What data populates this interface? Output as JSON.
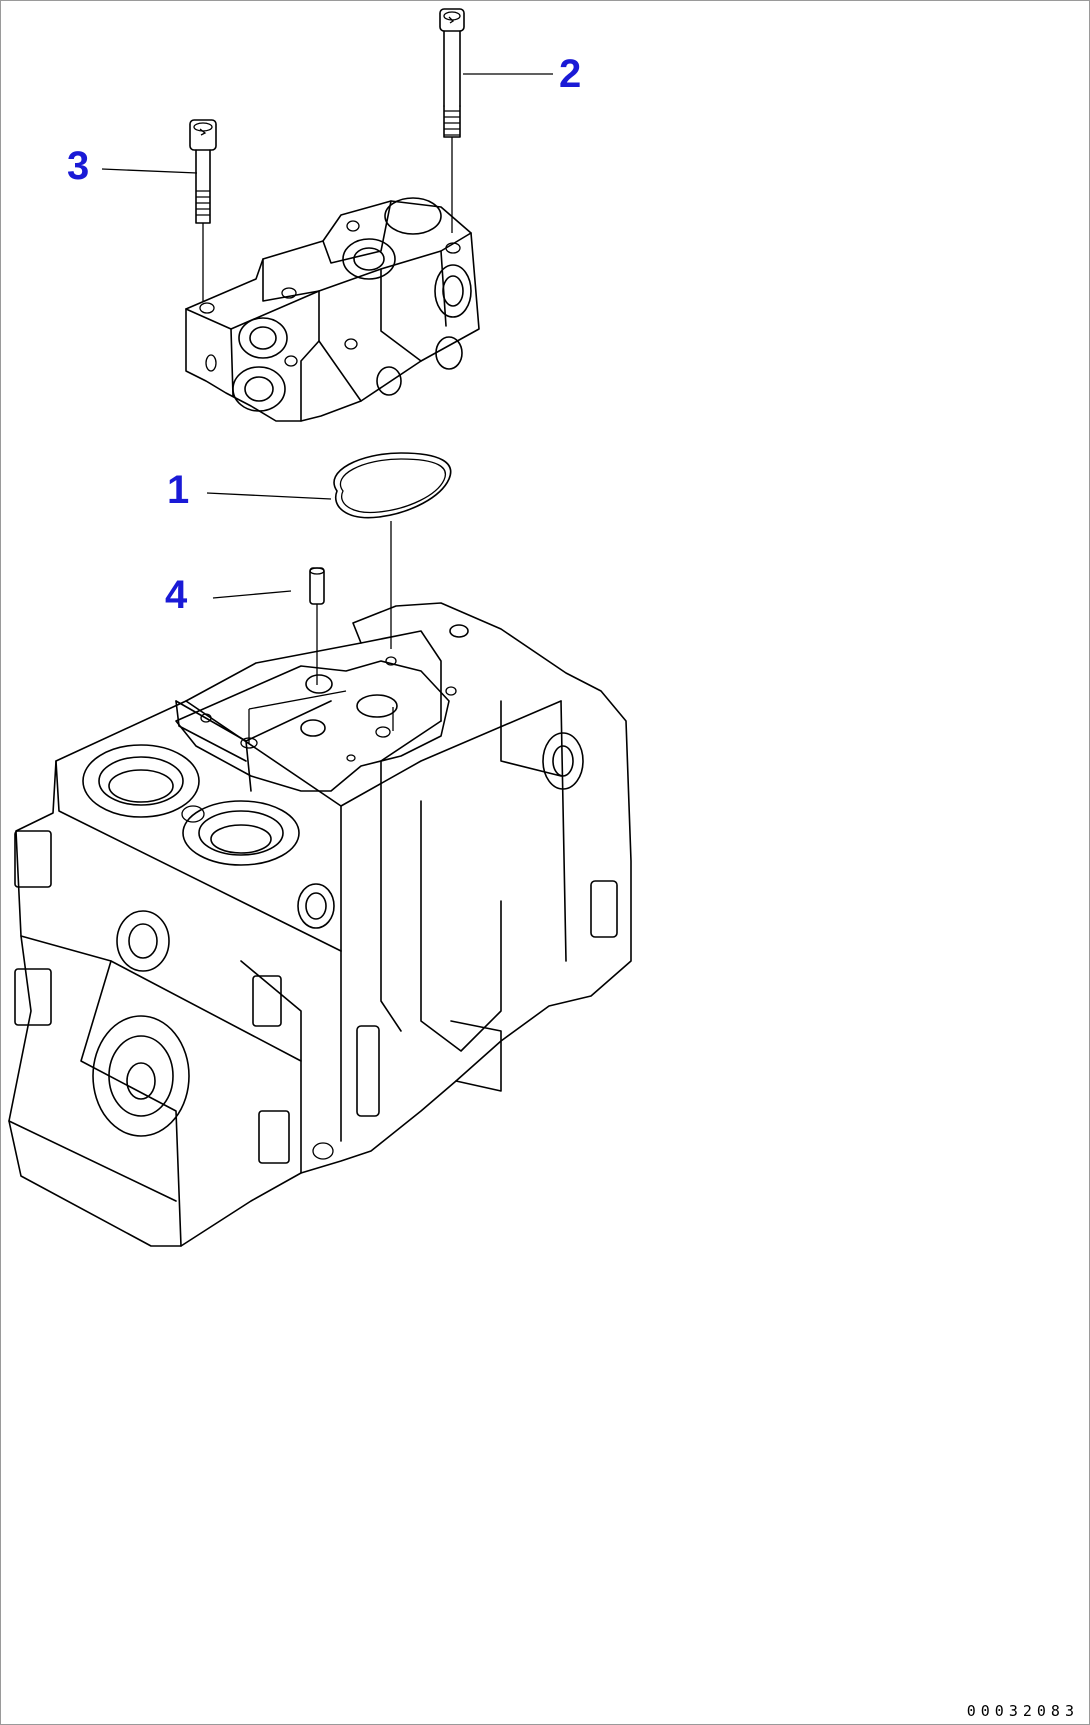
{
  "diagram": {
    "callouts": [
      {
        "id": "1",
        "label": "1"
      },
      {
        "id": "2",
        "label": "2"
      },
      {
        "id": "3",
        "label": "3"
      },
      {
        "id": "4",
        "label": "4"
      }
    ],
    "callout_color": "#1a1ad6",
    "line_color": "#000000",
    "drawing_number": "00032083"
  }
}
